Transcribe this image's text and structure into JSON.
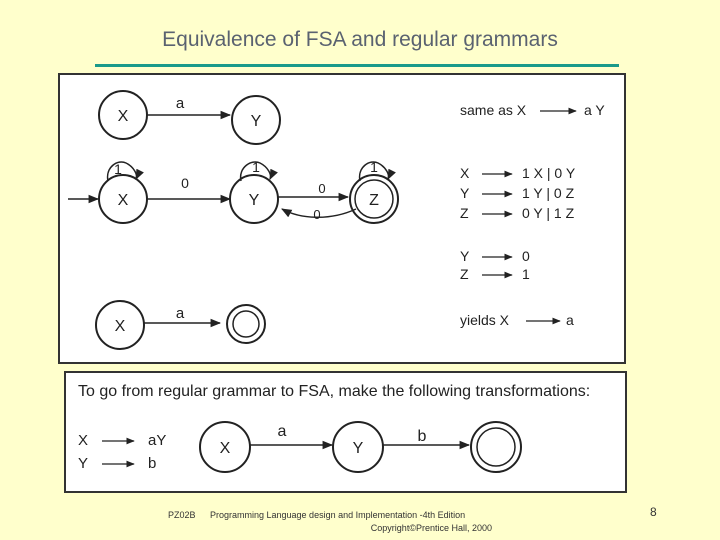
{
  "title": "Equivalence of FSA and regular grammars",
  "top": {
    "ex1": {
      "state_x": "X",
      "state_y": "Y",
      "edge": "a",
      "rule": {
        "prefix": "same as X",
        "rhs": "a Y"
      }
    },
    "ex2": {
      "state_x": "X",
      "state_y": "Y",
      "state_z": "Z",
      "loop_x": "1",
      "loop_y": "1",
      "loop_z": "1",
      "edge_xy": "0",
      "edge_yz": "0",
      "edge_zy": "0",
      "rules": [
        {
          "lhs": "X",
          "rhs": "1 X | 0 Y"
        },
        {
          "lhs": "Y",
          "rhs": "1 Y | 0 Z"
        },
        {
          "lhs": "Z",
          "rhs": "0 Y | 1 Z"
        }
      ],
      "final_rules": [
        {
          "lhs": "Y",
          "rhs": "0"
        },
        {
          "lhs": "Z",
          "rhs": "1"
        }
      ]
    },
    "ex3": {
      "state_x": "X",
      "edge": "a",
      "rule": {
        "prefix": "yields X",
        "rhs": "a"
      }
    }
  },
  "bottom": {
    "instruction": "To go from regular grammar to FSA, make the following transformations:",
    "rules": [
      {
        "lhs": "X",
        "rhs": "aY"
      },
      {
        "lhs": "Y",
        "rhs": "b"
      }
    ],
    "state_x": "X",
    "state_y": "Y",
    "edge_a": "a",
    "edge_b": "b"
  },
  "footer": {
    "course": "PZ02B",
    "book": "Programming Language design and Implementation -4th Edition",
    "copyright": "Copyright©Prentice Hall, 2000",
    "page": "8"
  }
}
